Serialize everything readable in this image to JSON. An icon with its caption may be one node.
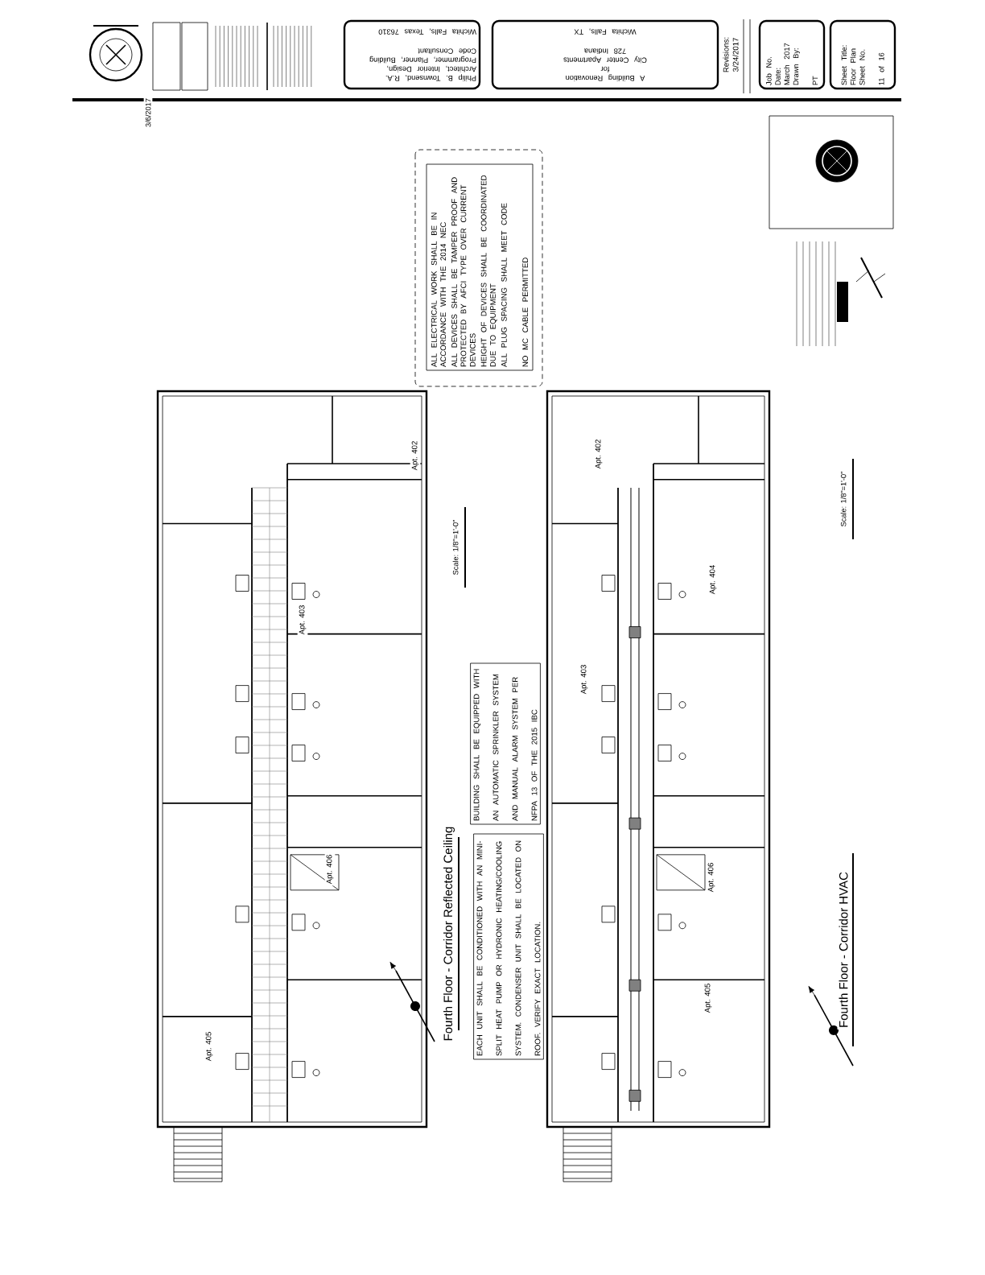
{
  "diagram": {
    "nodes": [
      {
        "text": [
          "Philip B. Townsend, R.A.",
          "Architect, Interior Design, Programmer, Planner, Building Code Consultant",
          "Wichita Falls, Texas 76310"
        ]
      },
      {
        "text": [
          "A Building Renovation",
          "for",
          "City Center Apartments",
          "728 Indiana",
          "Wichita Falls, TX"
        ]
      },
      {
        "text": [
          "Job No.",
          "Date:",
          "March 2017",
          "Drawn By:",
          "PT"
        ]
      },
      {
        "text": [
          "Sheet Title:",
          "Floor Plan",
          "Sheet No.",
          "11 of 16"
        ]
      },
      {
        "text": [
          "ALL ELECTRICAL WORK SHALL BE IN ACCORDANCE WITH THE 2014 NEC",
          "ALL DEVICES SHALL BE TAMPER PROOF AND PROTECTED BY AFCI TYPE OVER CURRENT DEVICES",
          "HEIGHT OF DEVICES SHALL BE COORDINATED DUE TO EQUIPMENT",
          "ALL PLUG SPACING SHALL MEET CODE",
          "NO MC CABLE PERMITTED"
        ]
      },
      {
        "text": [
          "BUILDING SHALL BE EQUIPPED WITH AN AUTOMATIC SPRINKLER SYSTEM AND MANUAL ALARM SYSTEM PER NFPA 13 OF THE 2015 IBC"
        ]
      },
      {
        "text": [
          "EACH UNIT SHALL BE CONDITIONED WITH AN MINI-SPLIT HEAT PUMP OR HYDRONIC HEATING/COOLING SYSTEM. CONDENSER UNIT SHALL BE LOCATED ON ROOF. VERIFY EXACT LOCATION."
        ]
      }
    ],
    "labels": [
      "3/6/2017",
      "Revisions:",
      "3/24/2017",
      "Apt. 402",
      "Apt. 403",
      "Apt. 406",
      "Apt. 405",
      "Scale: 1/8\"=1'-0\"",
      "Fourth Floor - Corridor Reflected Ceiling",
      "Apt. 402",
      "Apt. 404",
      "Apt. 403",
      "Apt. 406",
      "Apt. 405",
      "Scale: 1/8\"=1'-0\"",
      "Fourth Floor - Corridor HVAC"
    ]
  }
}
